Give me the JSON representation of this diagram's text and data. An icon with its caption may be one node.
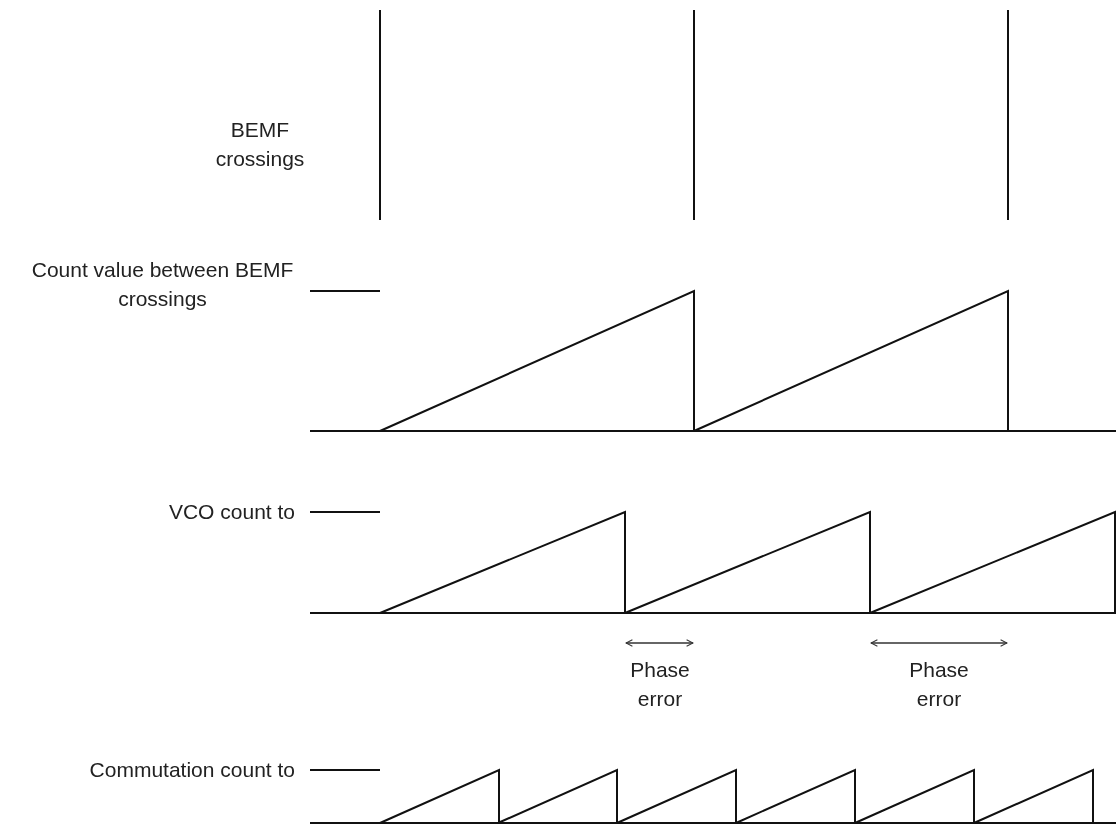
{
  "diagram": {
    "labels": [
      "BEMF crossings",
      "Count value between BEMF crossings",
      "VCO count to",
      "Phase error",
      "Phase error",
      "Commutation count to"
    ]
  }
}
